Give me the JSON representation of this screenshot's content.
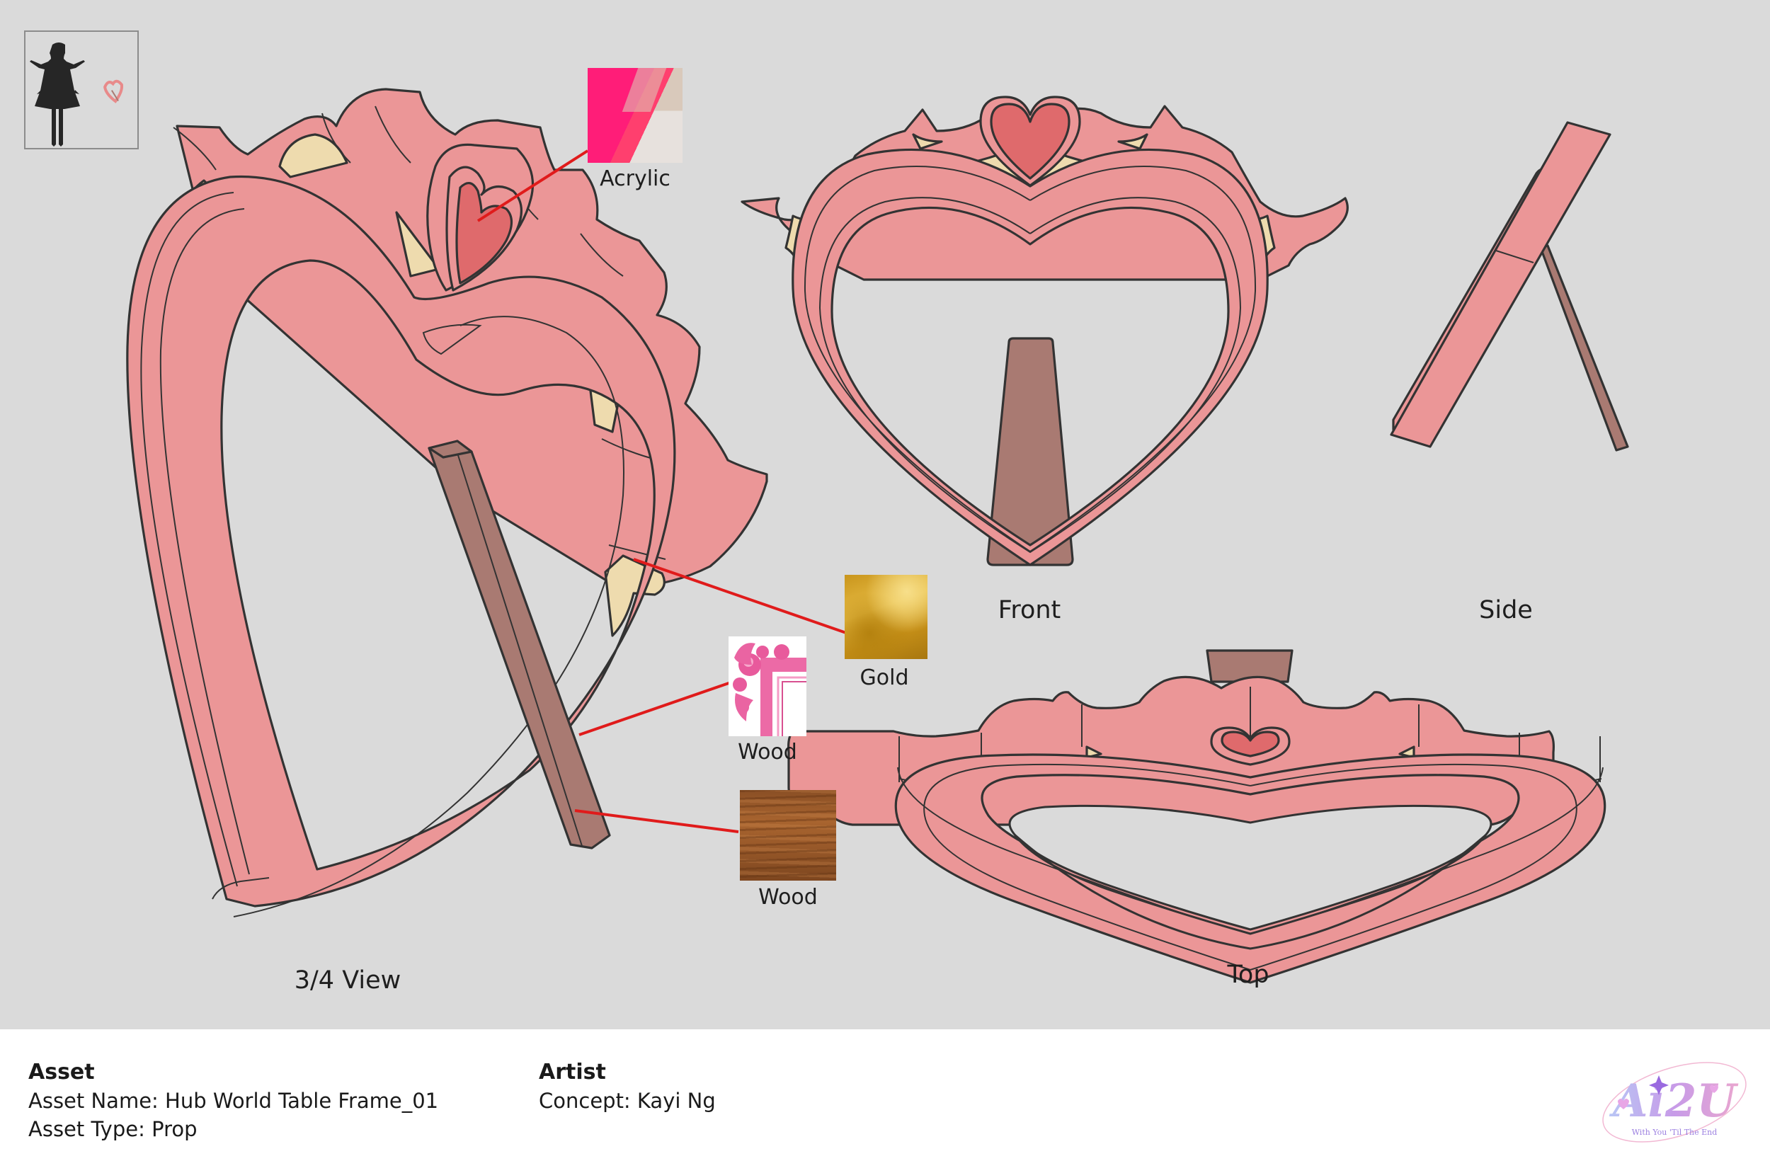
{
  "sheet": {
    "views": {
      "three_quarter": "3/4 View",
      "front": "Front",
      "side": "Side",
      "top": "Top"
    },
    "materials": [
      {
        "label": "Acrylic",
        "swatch": "pink-acrylic-sheet",
        "color": "#ff2a74"
      },
      {
        "label": "Gold",
        "swatch": "gold-leaf-texture",
        "color": "#d9a93a"
      },
      {
        "label": "Wood",
        "swatch": "pink-ornate-frame-corner",
        "color": "#ec6aa6"
      },
      {
        "label": "Wood",
        "swatch": "brown-wood-grain",
        "color": "#9a5a2a"
      }
    ],
    "palette": {
      "canvas": "#dadada",
      "frame_pink": "#eb9697",
      "frame_shade": "#db7e7e",
      "gold_inlay": "#eedbae",
      "heart_acrylic": "#df6a6c",
      "stand_wood": "#a97a72",
      "outline": "#333333",
      "leader_line": "#e01b1b"
    }
  },
  "footer": {
    "asset_heading": "Asset",
    "asset_name": "Asset Name: Hub World Table Frame_01",
    "asset_type": "Asset Type: Prop",
    "artist_heading": "Artist",
    "concept": "Concept: Kayi Ng"
  },
  "logo": {
    "title": "Ai2U",
    "tagline": "With You 'Til The End"
  }
}
